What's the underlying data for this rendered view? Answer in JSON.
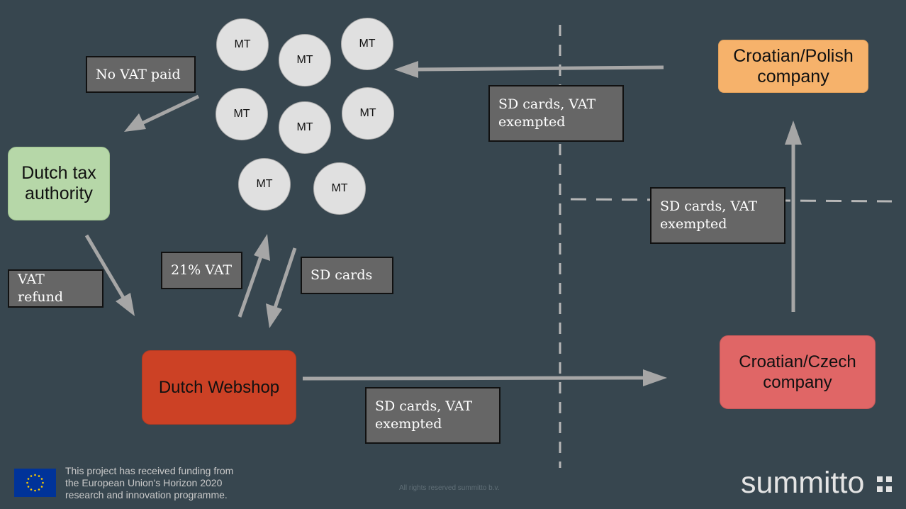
{
  "nodes": {
    "dutch_tax_authority": "Dutch tax authority",
    "dutch_webshop": "Dutch Webshop",
    "croatian_polish": "Croatian/Polish company",
    "croatian_czech": "Croatian/Czech company"
  },
  "mt_label": "MT",
  "mt_nodes": [
    "MT",
    "MT",
    "MT",
    "MT",
    "MT",
    "MT",
    "MT",
    "MT"
  ],
  "labels": {
    "no_vat_paid": "No VAT paid",
    "vat_refund": "VAT refund",
    "vat_21": "21% VAT",
    "sd_cards": "SD cards",
    "sd_exempt_top": "SD cards, VAT exempted",
    "sd_exempt_right": "SD cards, VAT exempted",
    "sd_exempt_bottom": "SD cards, VAT exempted"
  },
  "footer": {
    "funding_text": "This project has received funding from the European Union's Horizon 2020 research and innovation programme.",
    "rights": "All rights reserved summitto b.v.",
    "logo": "summitto"
  },
  "colors": {
    "background": "#37464f",
    "arrow": "#a6a6a6",
    "dashed_line": "#b7b7b7",
    "tax_authority": "#b6d7a8",
    "webshop": "#cc4125",
    "polish": "#f6b26b",
    "czech": "#e06666"
  }
}
